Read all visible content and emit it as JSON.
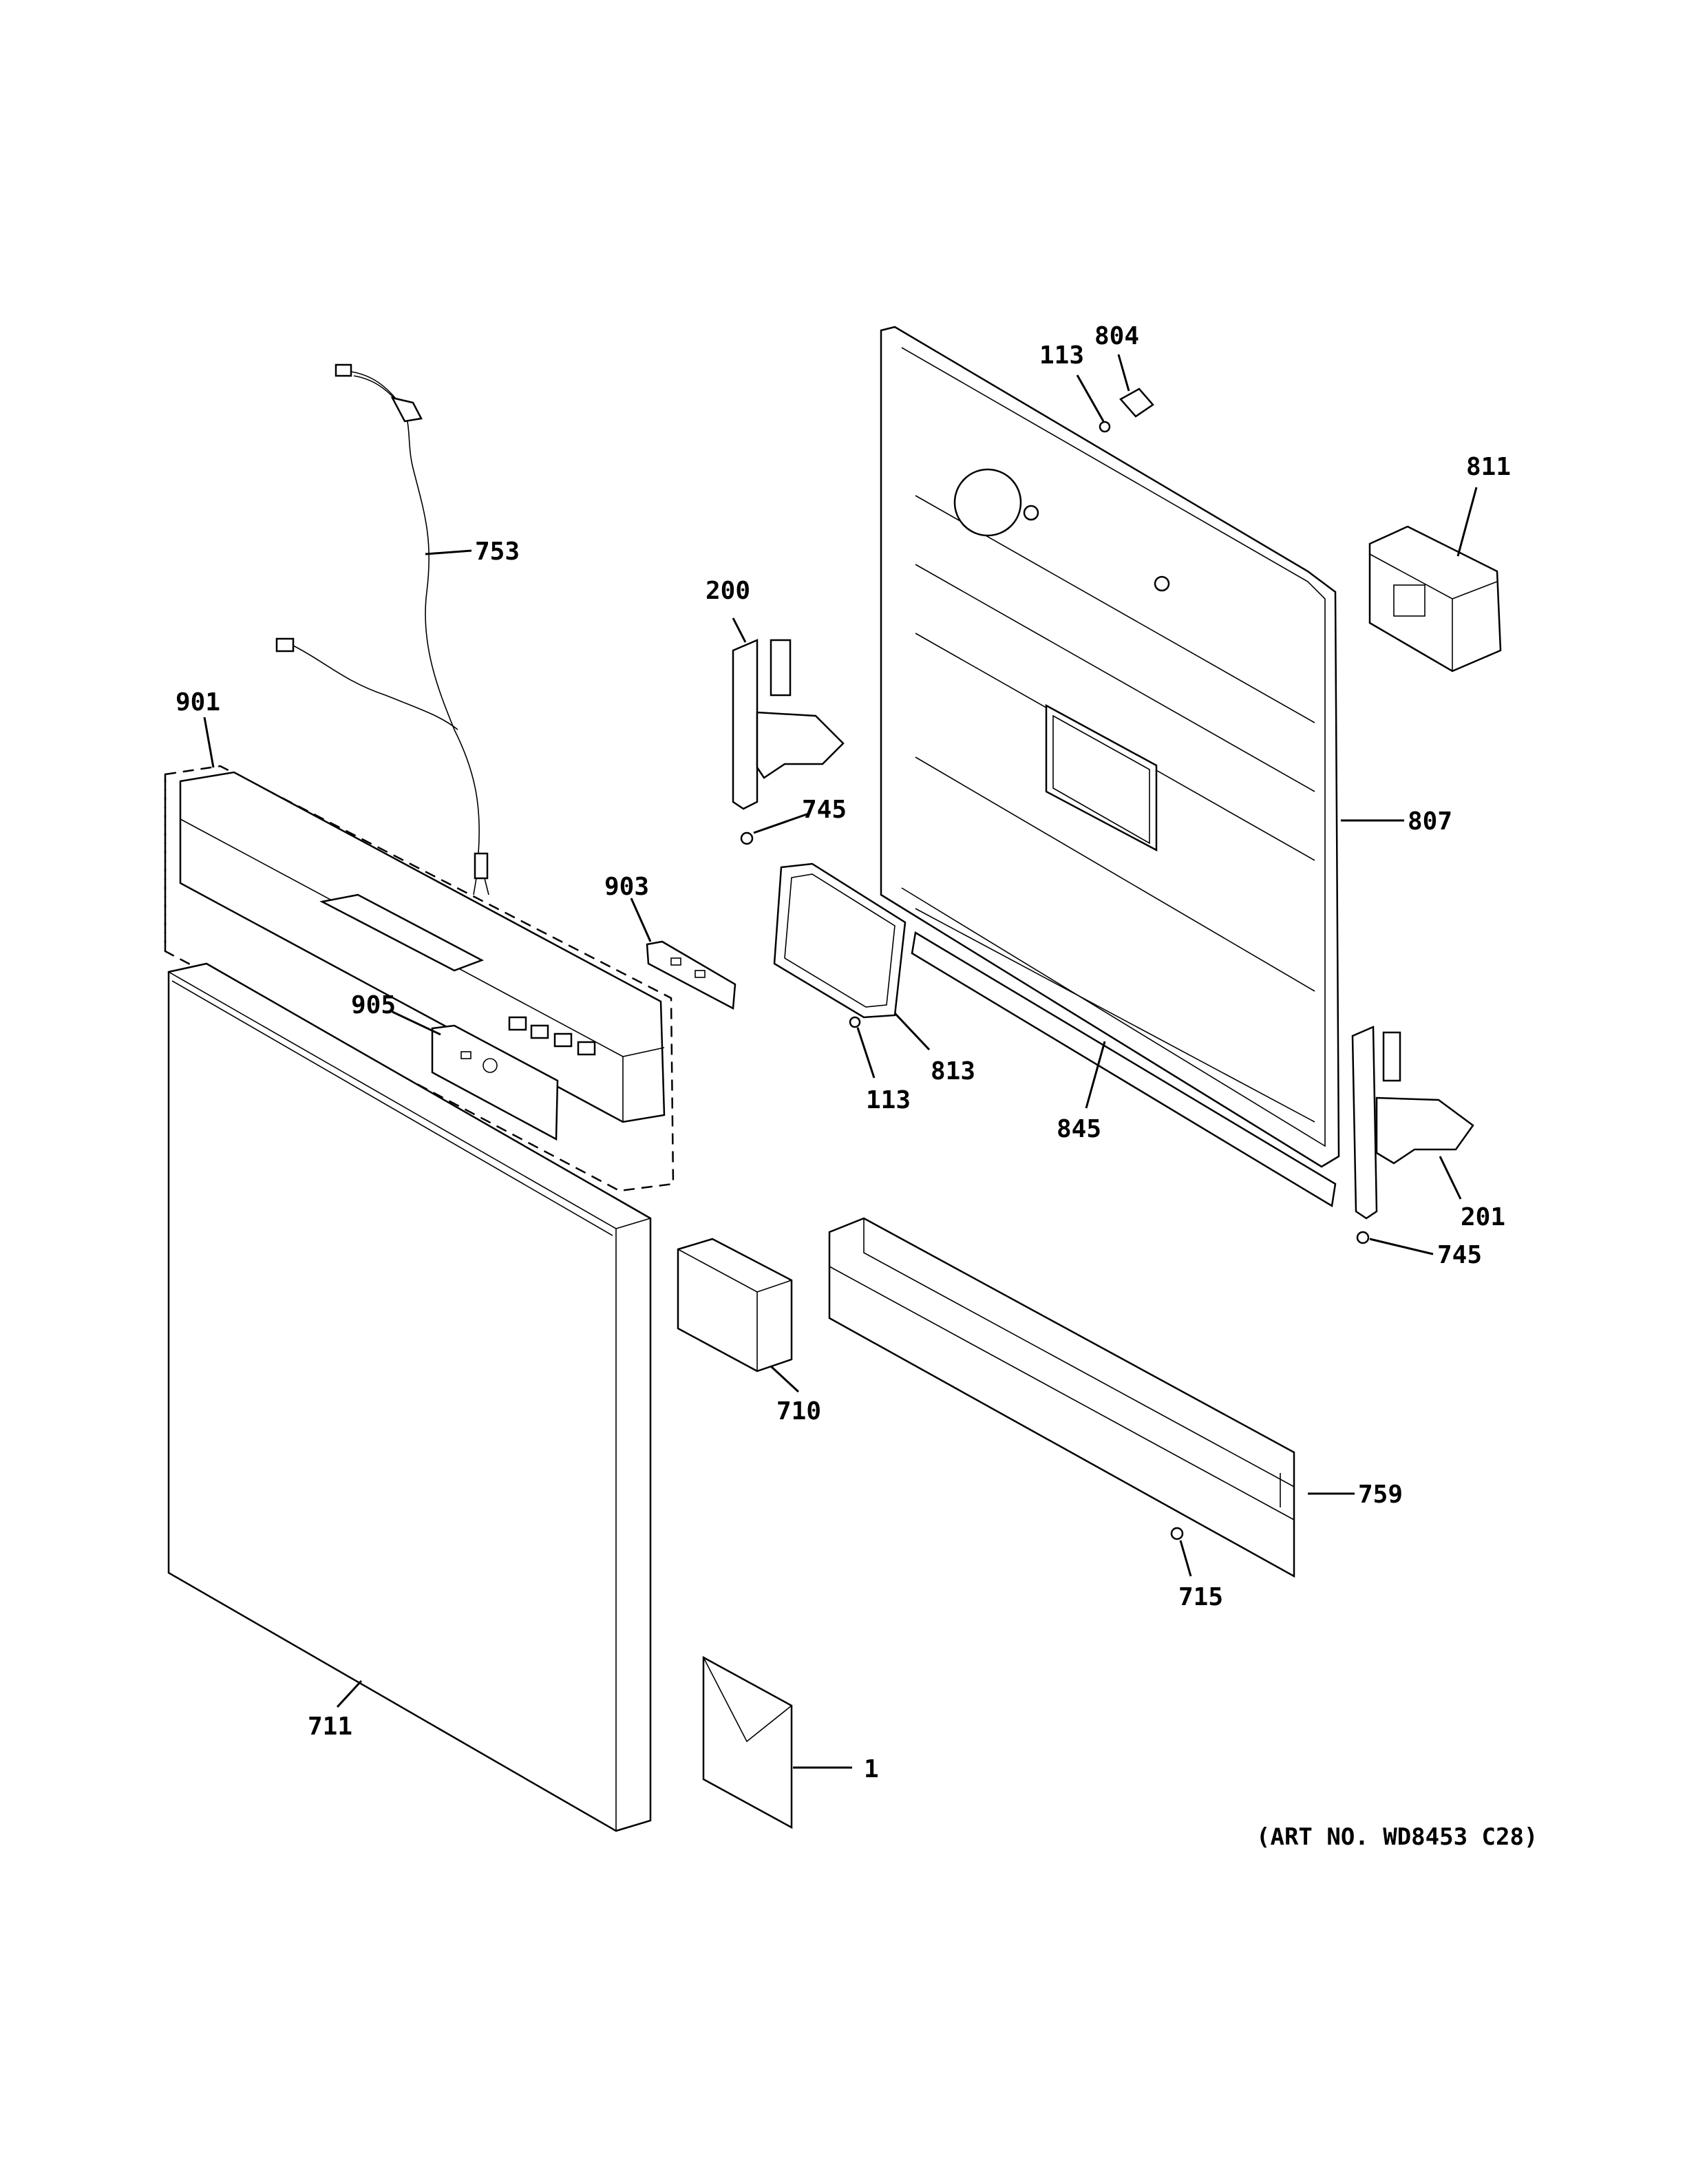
{
  "diagram": {
    "art_number": "(ART NO. WD8453 C28)",
    "callouts": {
      "c113_top": "113",
      "c804": "804",
      "c811": "811",
      "c753": "753",
      "c200": "200",
      "c807": "807",
      "c745_left": "745",
      "c901": "901",
      "c903": "903",
      "c905": "905",
      "c113_mid": "113",
      "c813": "813",
      "c845": "845",
      "c201": "201",
      "c745_right": "745",
      "c710": "710",
      "c759": "759",
      "c715": "715",
      "c711": "711",
      "c1": "1"
    }
  }
}
